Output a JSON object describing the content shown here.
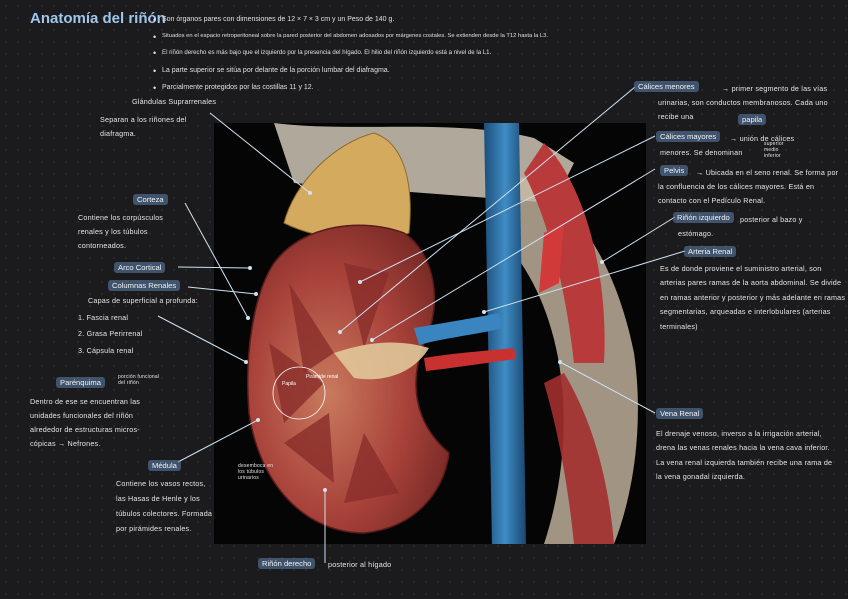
{
  "title": "Anatomía del riñón",
  "bullets": [
    "Son órganos pares con dimensiones de 12 × 7 × 3 cm y un Peso de 140 g.",
    "Situados en el espacio retroperitoneal sobre la pared posterior del abdomen adosados por márgenes costales. Se extienden desde la T12 hasta la L3.",
    "El riñón derecho es más bajo que el izquierdo por la presencia del hígado. El hilio del riñón izquierdo está a nivel de la L1.",
    "La parte superior se sitúa por delante de la porción lumbar del diafragma.",
    "Parcialmente protegidos por las costillas 11 y 12."
  ],
  "left": {
    "glandulas_title": "Glándulas Suprarrenales",
    "glandulas_desc": "Separan a los riñones del diafragma.",
    "corteza": "Corteza",
    "corteza_desc": "Contiene los corpúsculos renales y los túbulos contorneados.",
    "arco": "Arco Cortical",
    "columnas": "Columnas Renales",
    "capas_title": "Capas de superficial a profunda:",
    "capas": [
      "1. Fascia renal",
      "2. Grasa Perirrenal",
      "3. Cápsula renal"
    ],
    "parenquima": "Parénquima",
    "parenquima_note": "porción funcional del riñón",
    "parenquima_desc": "Dentro de ese se encuentran las unidades funcionales del riñón alrededor de estructuras micros-cópicas → Nefrones.",
    "medula": "Médula",
    "medula_desc": "Contiene los vasos rectos, las Hasas de Henle y los túbulos colectores. Formada por pirámides renales."
  },
  "right": {
    "calices_menores": "Cálices menores",
    "calices_menores_desc": "→ primer segmento de las vías urinarias, son conductos membranosos. Cada uno recibe una",
    "papila": "papila",
    "calices_mayores": "Cálices mayores",
    "calices_mayores_desc": "→ unión de cálices menores. Se denominan",
    "calices_mayores_note": "superior medio inferior",
    "pelvis": "Pelvis",
    "pelvis_desc": "→ Ubicada en el seno renal. Se forma por la confluencia de los cálices mayores. Está en contacto con el Pedículo Renal.",
    "rinon_izq": "Riñón izquierdo",
    "rinon_izq_desc": "posterior al bazo y estómago.",
    "arteria": "Arteria Renal",
    "arteria_desc": "Es de donde proviene el suministro arterial, son arterias pares ramas de la aorta abdominal. Se divide en ramas anterior y posterior y más adelante en ramas segmentarias, arqueadas e interlobulares (arterias terminales)",
    "vena": "Vena Renal",
    "vena_desc": "El drenaje venoso, inverso a la irrigación arterial, drena las venas renales hacia la vena cava inferior. La vena renal izquierda también recibe una rama de la vena gonadal izquierda."
  },
  "bottom": {
    "rinon_der": "Riñón derecho",
    "rinon_der_desc": "posterior al hígado"
  },
  "figure": {
    "label_papila": "Papila",
    "label_piramide": "Pirámide renal",
    "label_desemboca": "desemboca en los túbulos urinarios"
  }
}
